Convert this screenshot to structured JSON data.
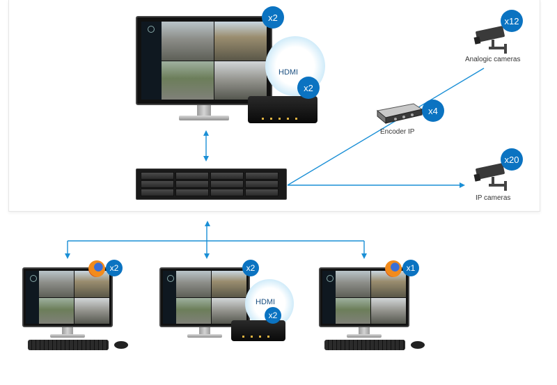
{
  "labels": {
    "hdmi_top": "HDMI",
    "hdmi_bottom": "HDMI",
    "analog_cameras": "Analogic cameras",
    "encoder": "Encoder IP",
    "ip_cameras": "IP cameras"
  },
  "badges": {
    "main_monitor": "x2",
    "hdmi_top": "x2",
    "analog_cameras": "x12",
    "encoder": "x4",
    "ip_cameras": "x20",
    "client_left": "x2",
    "client_center": "x2",
    "hdmi_bottom": "x2",
    "client_right": "x1"
  },
  "colors": {
    "badge": "#0b73c1",
    "line": "#1a8fd6"
  },
  "icons": {
    "browser": "firefox-icon",
    "camera": "cctv-camera-icon"
  }
}
